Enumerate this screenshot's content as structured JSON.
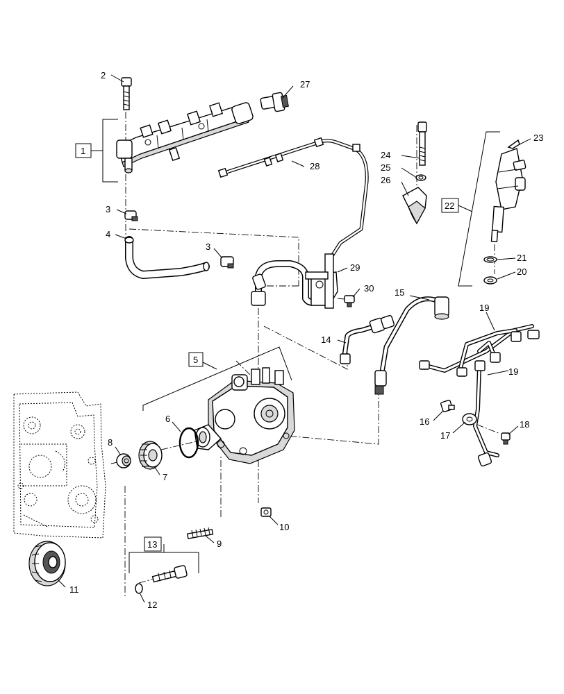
{
  "callouts": [
    {
      "id": "c1",
      "text": "1"
    },
    {
      "id": "c2",
      "text": "2"
    },
    {
      "id": "c3a",
      "text": "3"
    },
    {
      "id": "c3b",
      "text": "3"
    },
    {
      "id": "c4",
      "text": "4"
    },
    {
      "id": "c5",
      "text": "5"
    },
    {
      "id": "c6",
      "text": "6"
    },
    {
      "id": "c7",
      "text": "7"
    },
    {
      "id": "c8",
      "text": "8"
    },
    {
      "id": "c9",
      "text": "9"
    },
    {
      "id": "c10",
      "text": "10"
    },
    {
      "id": "c11",
      "text": "11"
    },
    {
      "id": "c12",
      "text": "12"
    },
    {
      "id": "c13",
      "text": "13"
    },
    {
      "id": "c14",
      "text": "14"
    },
    {
      "id": "c15",
      "text": "15"
    },
    {
      "id": "c16",
      "text": "16"
    },
    {
      "id": "c17",
      "text": "17"
    },
    {
      "id": "c18",
      "text": "18"
    },
    {
      "id": "c19a",
      "text": "19"
    },
    {
      "id": "c19b",
      "text": "19"
    },
    {
      "id": "c20",
      "text": "20"
    },
    {
      "id": "c21",
      "text": "21"
    },
    {
      "id": "c22",
      "text": "22"
    },
    {
      "id": "c23",
      "text": "23"
    },
    {
      "id": "c24",
      "text": "24"
    },
    {
      "id": "c25",
      "text": "25"
    },
    {
      "id": "c26",
      "text": "26"
    },
    {
      "id": "c27",
      "text": "27"
    },
    {
      "id": "c28",
      "text": "28"
    },
    {
      "id": "c29",
      "text": "29"
    },
    {
      "id": "c30",
      "text": "30"
    }
  ]
}
